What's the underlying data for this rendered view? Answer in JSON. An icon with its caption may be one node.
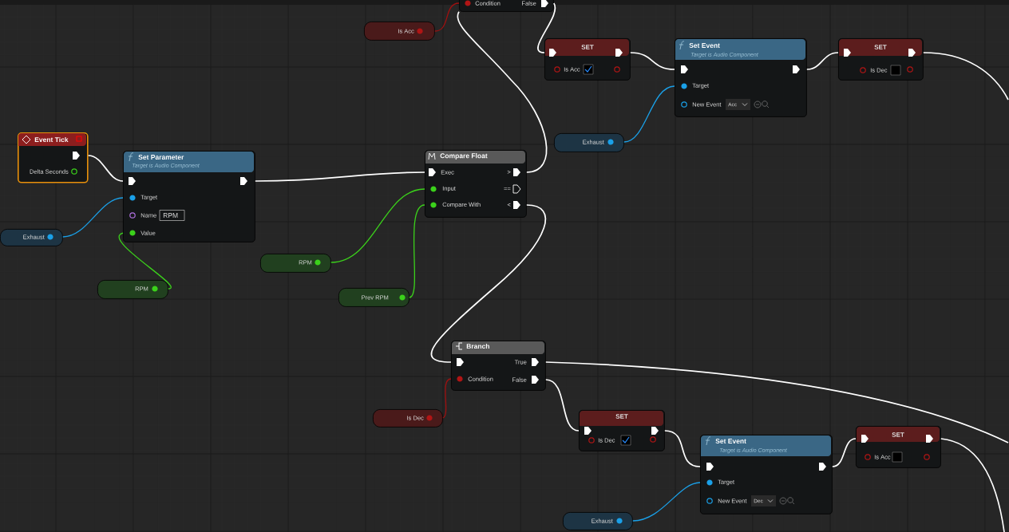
{
  "diagram": {
    "nodes": [
      {
        "text": [
          "Event Tick",
          "Delta Seconds"
        ]
      },
      {
        "text": [
          "Set Parameter",
          "Target is Audio Component",
          "Target",
          "Name",
          "RPM",
          "Value"
        ]
      },
      {
        "text": [
          "Exhaust"
        ]
      },
      {
        "text": [
          "RPM"
        ]
      },
      {
        "text": [
          "Compare Float",
          "Exec",
          ">",
          "Input",
          "==",
          "Compare With",
          "<"
        ]
      },
      {
        "text": [
          "RPM"
        ]
      },
      {
        "text": [
          "Prev RPM"
        ]
      },
      {
        "text": [
          "Is Acc"
        ]
      },
      {
        "text": [
          "Condition",
          "False"
        ]
      },
      {
        "text": [
          "SET",
          "Is Acc"
        ]
      },
      {
        "text": [
          "Set Event",
          "Target is Audio Component",
          "Target",
          "New Event",
          "Acc"
        ]
      },
      {
        "text": [
          "Exhaust"
        ]
      },
      {
        "text": [
          "SET",
          "Is Dec"
        ]
      },
      {
        "text": [
          "Branch",
          "True",
          "Condition",
          "False"
        ]
      },
      {
        "text": [
          "Is Dec"
        ]
      },
      {
        "text": [
          "SET",
          "Is Dec"
        ]
      },
      {
        "text": [
          "Set Event",
          "Target is Audio Component",
          "Target",
          "New Event",
          "Dec"
        ]
      },
      {
        "text": [
          "Exhaust"
        ]
      },
      {
        "text": [
          "SET",
          "Is Acc"
        ]
      }
    ],
    "edges": [
      {
        "from": 0,
        "to": 1,
        "arrow": "none"
      },
      {
        "from": 2,
        "to": 1,
        "arrow": "none",
        "color": "#1aa0e8"
      },
      {
        "from": 3,
        "to": 1,
        "arrow": "none",
        "color": "#3bd11b"
      },
      {
        "from": 1,
        "to": 4,
        "arrow": "none"
      },
      {
        "from": 5,
        "to": 4,
        "arrow": "none",
        "color": "#3bd11b"
      },
      {
        "from": 6,
        "to": 4,
        "arrow": "none",
        "color": "#3bd11b"
      },
      {
        "from": 4,
        "to": 8,
        "arrow": "none"
      },
      {
        "from": 7,
        "to": 8,
        "arrow": "none",
        "color": "#a01010"
      },
      {
        "from": 8,
        "to": 9,
        "arrow": "none"
      },
      {
        "from": 9,
        "to": 10,
        "arrow": "none"
      },
      {
        "from": 11,
        "to": 10,
        "arrow": "none",
        "color": "#1aa0e8"
      },
      {
        "from": 10,
        "to": 12,
        "arrow": "none"
      },
      {
        "from": 12,
        "to": null,
        "arrow": "none"
      },
      {
        "from": 4,
        "to": 13,
        "arrow": "none"
      },
      {
        "from": 14,
        "to": 13,
        "arrow": "none",
        "color": "#a01010"
      },
      {
        "from": 13,
        "to": null,
        "arrow": "none"
      },
      {
        "from": 13,
        "to": 15,
        "arrow": "none"
      },
      {
        "from": 15,
        "to": 16,
        "arrow": "none"
      },
      {
        "from": 17,
        "to": 16,
        "arrow": "none",
        "color": "#1aa0e8"
      },
      {
        "from": 16,
        "to": 18,
        "arrow": "none"
      },
      {
        "from": 18,
        "to": null,
        "arrow": "none"
      }
    ]
  }
}
